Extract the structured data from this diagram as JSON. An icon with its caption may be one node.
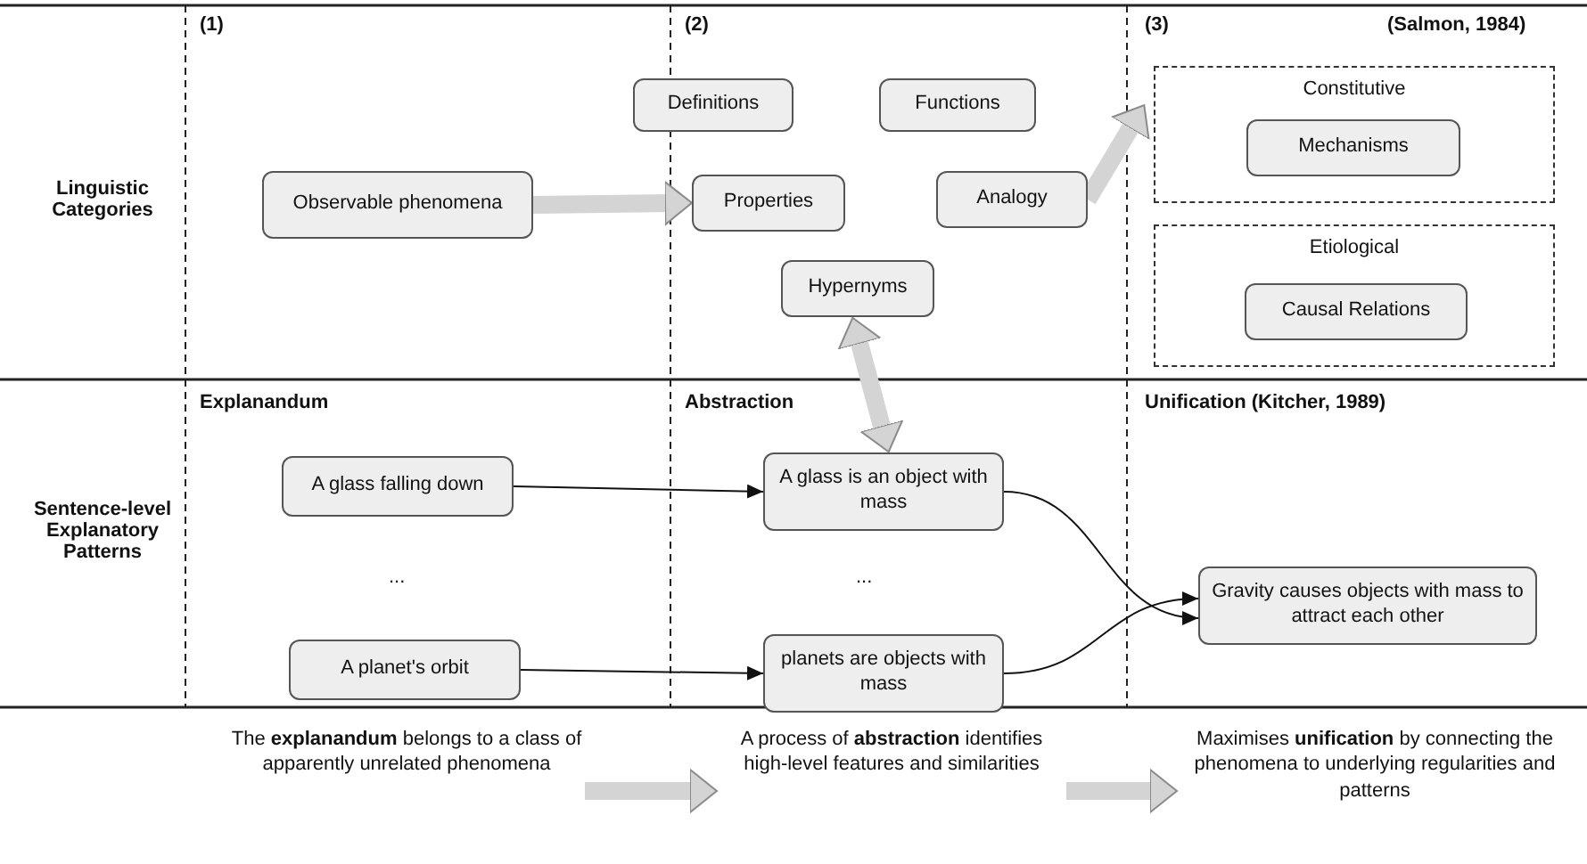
{
  "diagram": {
    "nodes": [
      {
        "text": [
          "Observable phenomena"
        ]
      },
      {
        "text": [
          "Definitions"
        ]
      },
      {
        "text": [
          "Functions"
        ]
      },
      {
        "text": [
          "Properties"
        ]
      },
      {
        "text": [
          "Analogy"
        ]
      },
      {
        "text": [
          "Hypernyms"
        ]
      },
      {
        "text": [
          "Constitutive"
        ]
      },
      {
        "text": [
          "Mechanisms"
        ],
        "in": 6
      },
      {
        "text": [
          "Etiological"
        ]
      },
      {
        "text": [
          "Causal Relations"
        ],
        "in": 8
      },
      {
        "text": [
          "A glass falling down"
        ]
      },
      {
        "text": [
          "A planet's orbit"
        ]
      },
      {
        "text": [
          "A glass is an object with mass"
        ]
      },
      {
        "text": [
          "planets are objects with mass"
        ]
      },
      {
        "text": [
          "Gravity causes objects with mass to attract each other"
        ]
      },
      {
        "text": [
          "The **explanandum** belongs to a class of apparently unrelated phenomena"
        ]
      },
      {
        "text": [
          "A process of **abstraction** identifies high-level features and similarities"
        ]
      },
      {
        "text": [
          "Maximises **unification** by connecting the phenomena to underlying regularities and patterns"
        ]
      }
    ],
    "edges": [
      {
        "from": 0,
        "to": 3,
        "arrow": "to"
      },
      {
        "from": 4,
        "to": 6,
        "arrow": "to"
      },
      {
        "from": 5,
        "to": 12,
        "arrow": "both"
      },
      {
        "from": 10,
        "to": 12,
        "arrow": "to",
        "color": "#111111"
      },
      {
        "from": 11,
        "to": 13,
        "arrow": "to",
        "color": "#111111"
      },
      {
        "from": 12,
        "to": 14,
        "arrow": "to",
        "color": "#111111"
      },
      {
        "from": 13,
        "to": 14,
        "arrow": "to",
        "color": "#111111"
      },
      {
        "from": 15,
        "to": 16,
        "arrow": "to"
      },
      {
        "from": 16,
        "to": 17,
        "arrow": "to"
      }
    ],
    "labels": [
      "(1)",
      "(2)",
      "(3)",
      "(Salmon, 1984)",
      "Linguistic Categories",
      "Explanandum",
      "Abstraction",
      "Unification (Kitcher, 1989)",
      "Sentence-level Explanatory Patterns",
      "...",
      "..."
    ]
  }
}
